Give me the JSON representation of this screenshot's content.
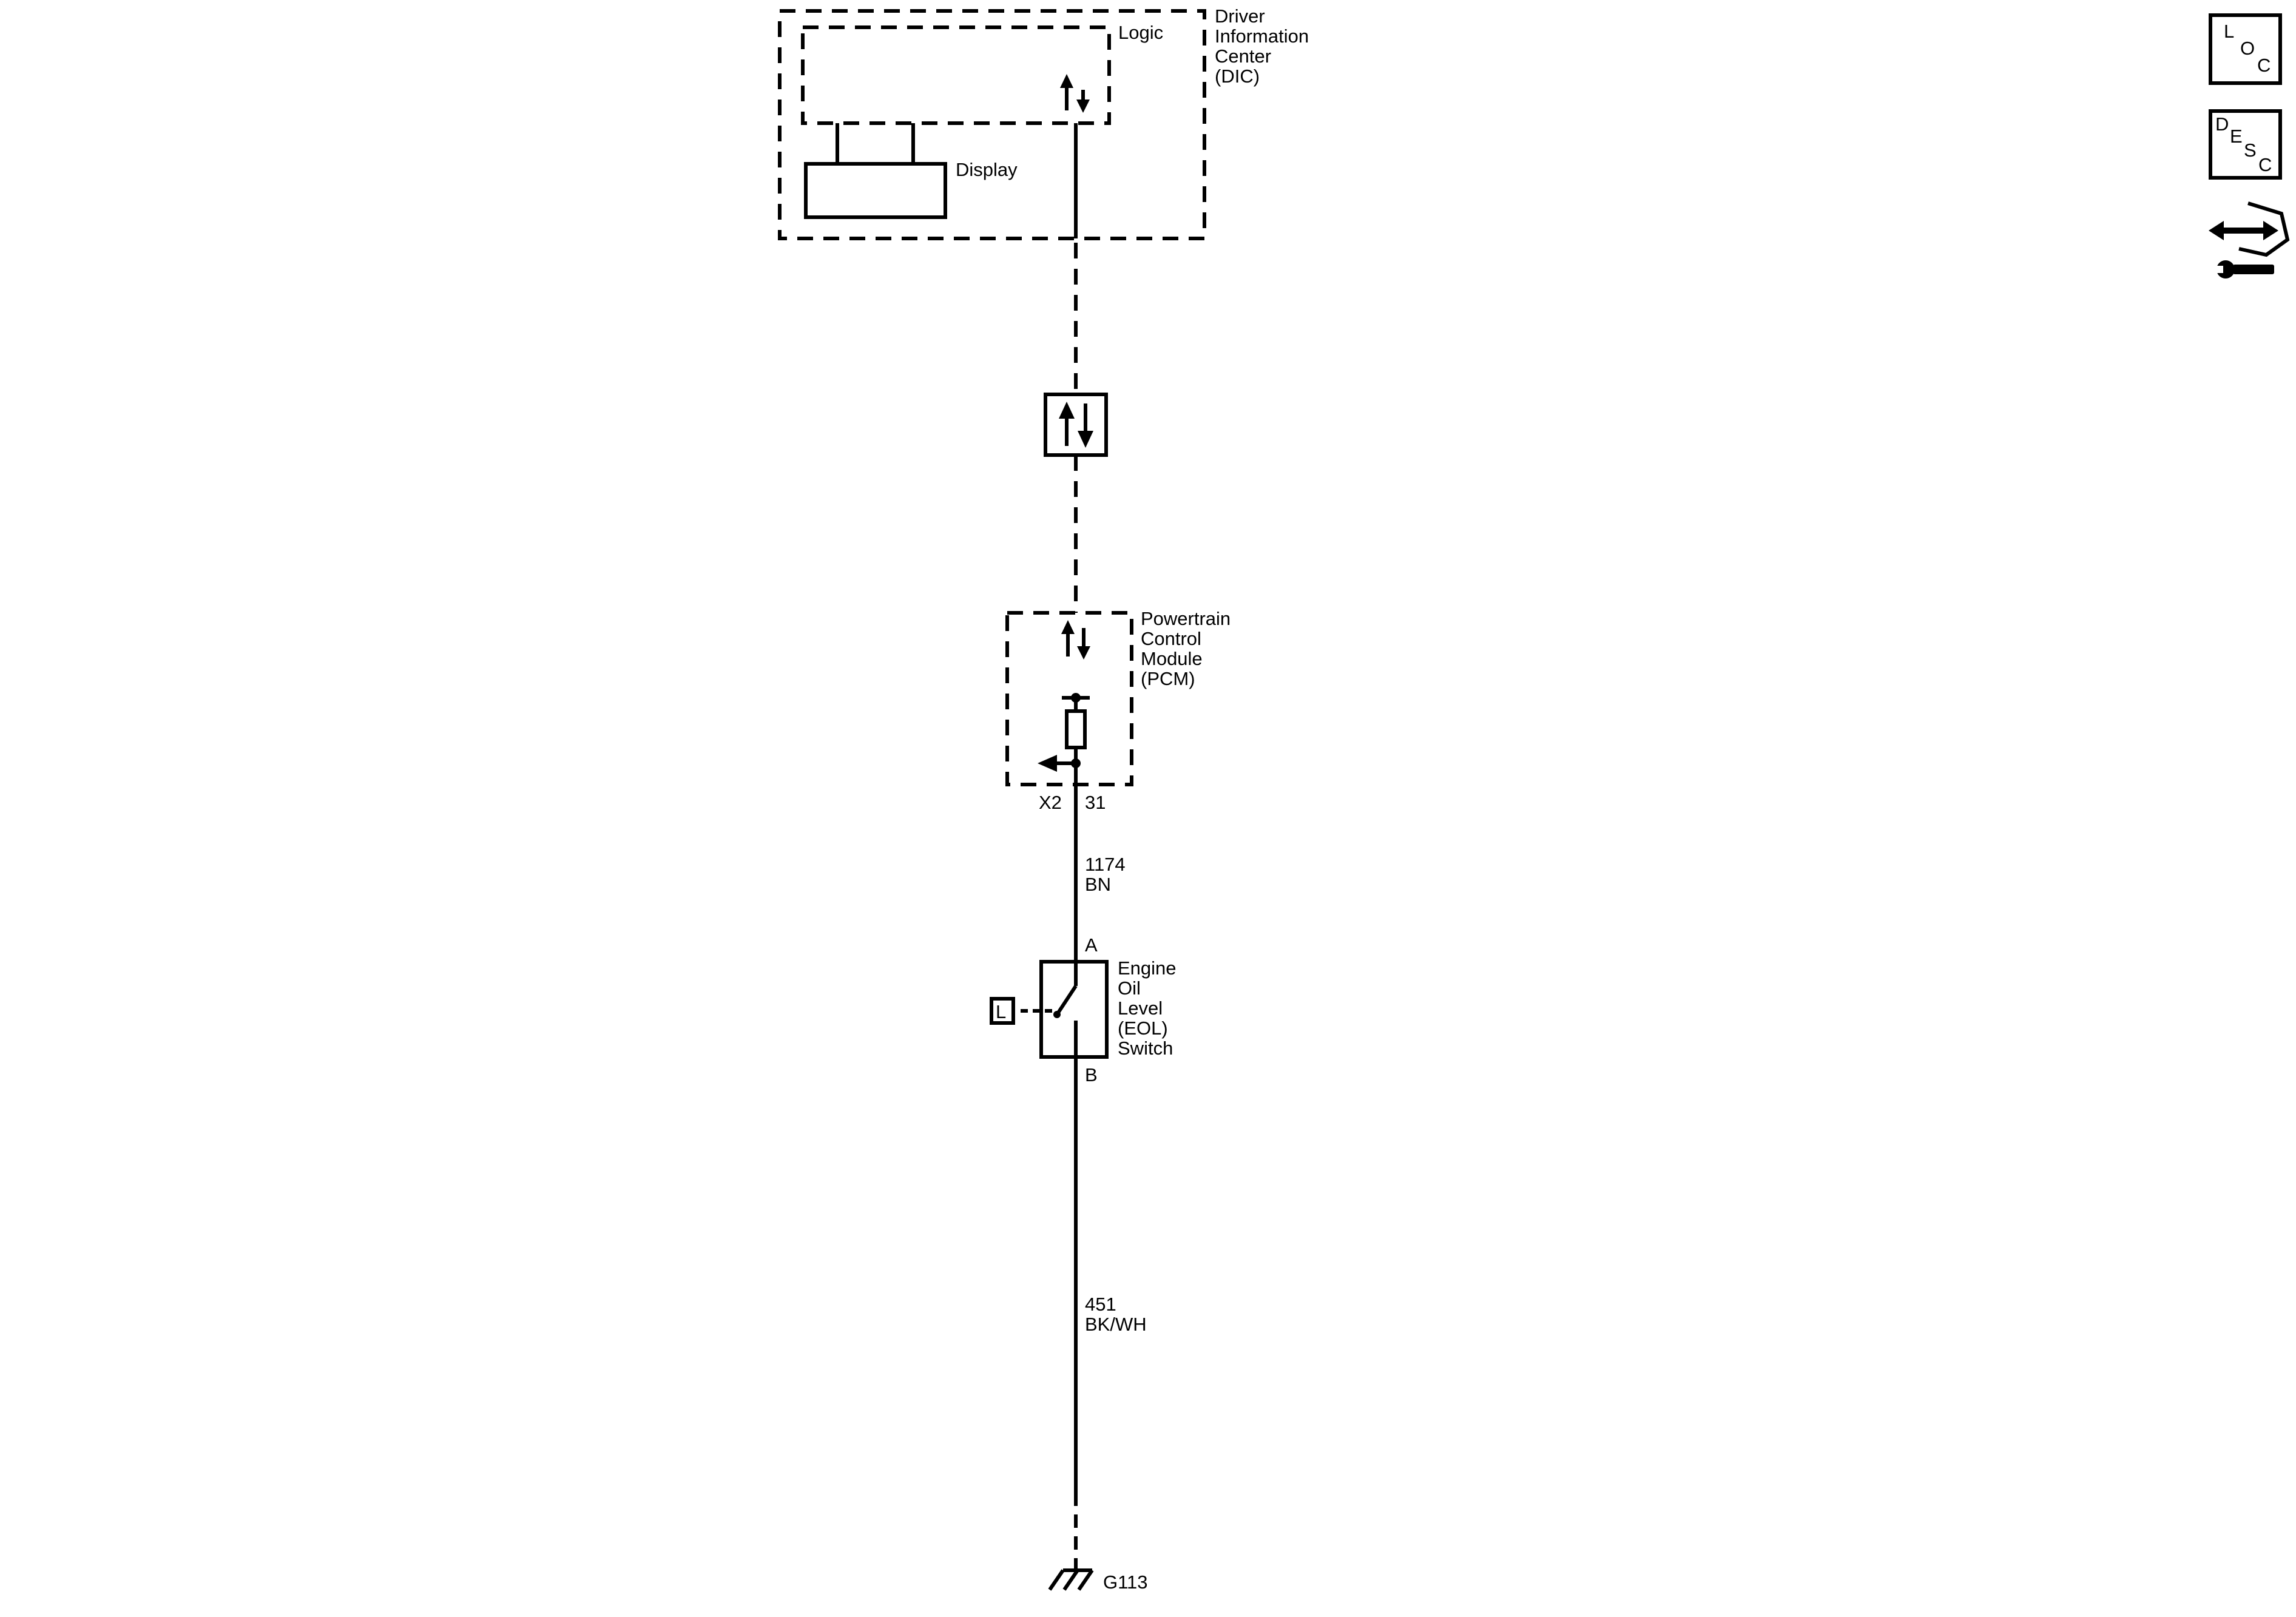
{
  "components": {
    "dic": {
      "lines": [
        "Driver",
        "Information",
        "Center",
        "(DIC)"
      ],
      "logic_label": "Logic",
      "display_label": "Display"
    },
    "pcm": {
      "lines": [
        "Powertrain",
        "Control",
        "Module",
        "(PCM)"
      ],
      "connector": "X2",
      "pin": "31"
    },
    "eol_switch": {
      "lines": [
        "Engine",
        "Oil",
        "Level",
        "(EOL)",
        "Switch"
      ],
      "pin_top": "A",
      "pin_bottom": "B",
      "location_tag": "L"
    }
  },
  "wires": [
    {
      "circuit": "1174",
      "color": "BN"
    },
    {
      "circuit": "451",
      "color": "BK/WH"
    }
  ],
  "ground": {
    "label": "G113"
  },
  "side_icons": [
    {
      "name": "location-icon",
      "letters": [
        "L",
        "O",
        "C"
      ]
    },
    {
      "name": "description-icon",
      "letters": [
        "D",
        "E",
        "S",
        "C"
      ]
    },
    {
      "name": "connector-repair-icon"
    }
  ]
}
